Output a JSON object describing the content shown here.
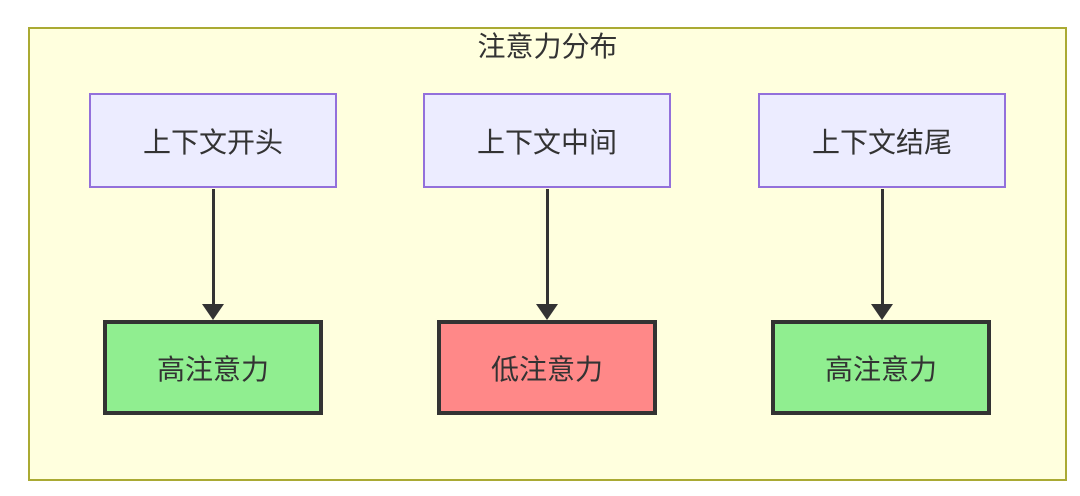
{
  "diagram": {
    "title": "注意力分布",
    "columns": [
      {
        "source": "上下文开头",
        "target": "高注意力",
        "attention": "high"
      },
      {
        "source": "上下文中间",
        "target": "低注意力",
        "attention": "low"
      },
      {
        "source": "上下文结尾",
        "target": "高注意力",
        "attention": "high"
      }
    ],
    "colors": {
      "canvas_bg": "#ffffff",
      "cluster_bg": "#ffffde",
      "cluster_border": "#aaaa33",
      "context_node_bg": "#ECECFF",
      "context_node_border": "#9370DB",
      "high_attention_bg": "#90EE90",
      "low_attention_bg": "#FF8888",
      "attention_node_border": "#333333",
      "arrow": "#333333",
      "text": "#333333"
    }
  }
}
